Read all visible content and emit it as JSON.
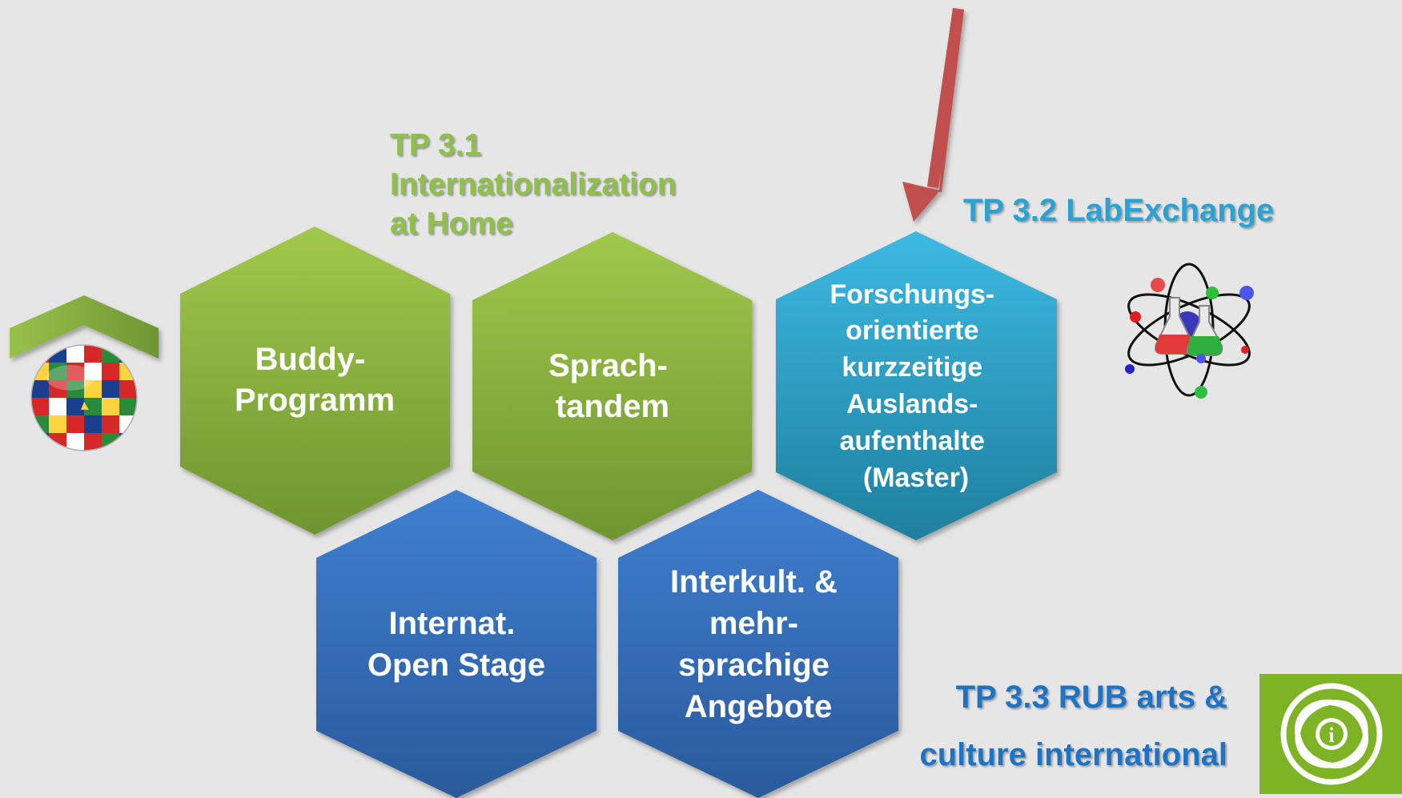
{
  "groups": {
    "tp31": {
      "lines": [
        "TP 3.1",
        "Internationalization",
        "at Home"
      ],
      "color": "#8fc04a"
    },
    "tp32": {
      "label": "TP 3.2 LabExchange",
      "color": "#2aa3d3"
    },
    "tp33": {
      "lines": [
        "TP 3.3 RUB arts &",
        "culture international"
      ],
      "color": "#1f73c4"
    }
  },
  "hexagons": [
    {
      "id": "buddy",
      "lines": [
        "Buddy-",
        "Programm"
      ],
      "group": "tp31"
    },
    {
      "id": "sprachtandem",
      "lines": [
        "Sprach-",
        "tandem"
      ],
      "group": "tp31"
    },
    {
      "id": "forschung",
      "lines": [
        "Forschungs-",
        "orientierte",
        "kurzzeitige",
        "Auslands-",
        "aufenthalte",
        "(Master)"
      ],
      "group": "tp32"
    },
    {
      "id": "openstage",
      "lines": [
        "Internat.",
        "Open Stage"
      ],
      "group": "tp33"
    },
    {
      "id": "interkult",
      "lines": [
        "Interkult. &",
        "mehr-",
        "sprachige",
        "Angebote"
      ],
      "group": "tp33"
    }
  ],
  "icons": [
    "globe-flags-icon",
    "home-roof-icon",
    "atom-lab-flask-icon",
    "flower-info-logo-icon",
    "pointer-arrow-icon"
  ],
  "colors": {
    "green": "#8fc04a",
    "cyan": "#2aa3d3",
    "blue": "#2f6fbf",
    "arrow": "#c0504d",
    "logo_green": "#7fb326"
  }
}
